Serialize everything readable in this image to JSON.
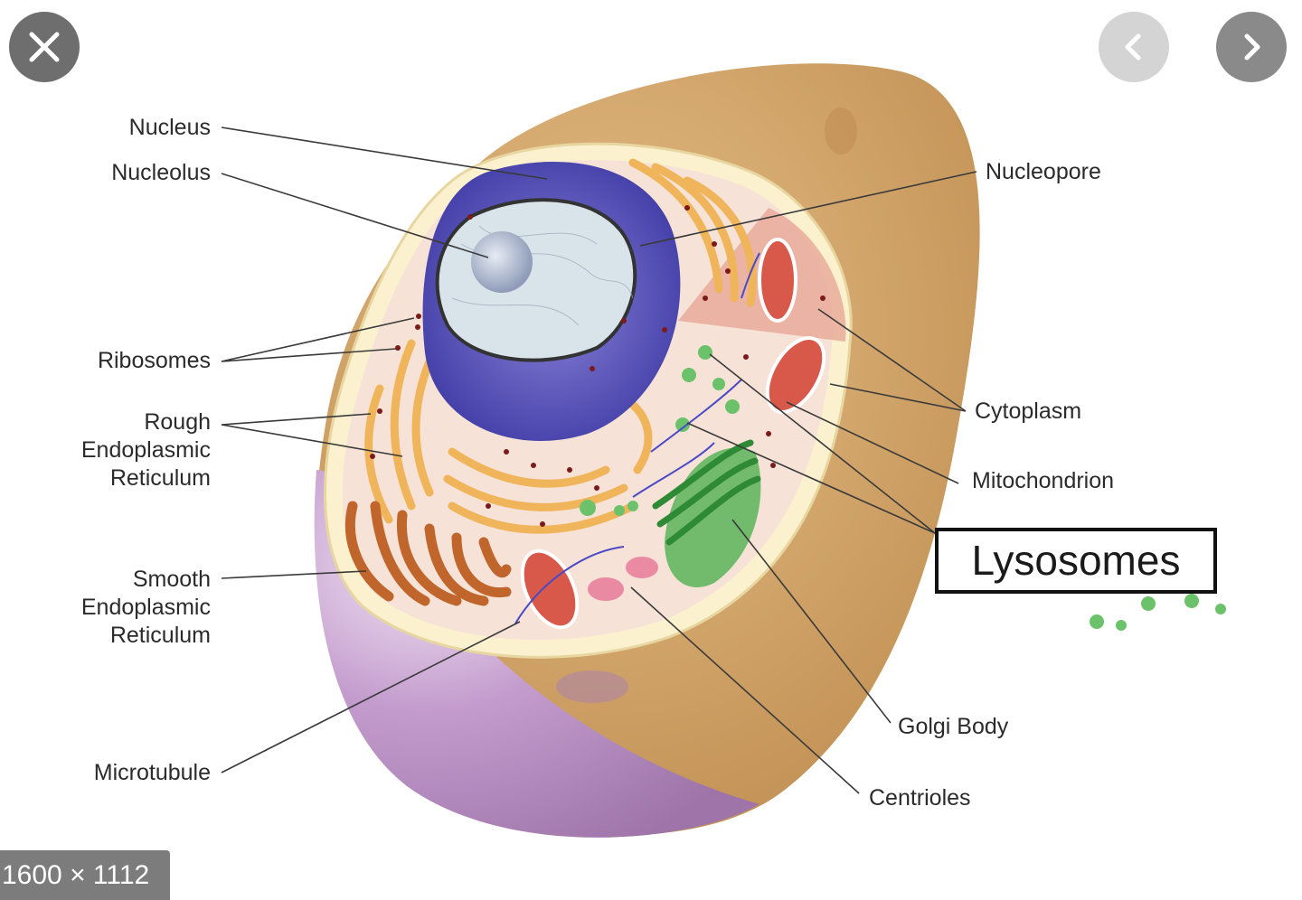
{
  "viewer": {
    "image_size": "1600 × 1112",
    "close_icon": "close-icon",
    "prev_icon": "chevron-left-icon",
    "next_icon": "chevron-right-icon"
  },
  "diagram": {
    "labels": {
      "nucleus": "Nucleus",
      "nucleolus": "Nucleolus",
      "ribosomes": "Ribosomes",
      "rough_er": "Rough\nEndoplasmic\nReticulum",
      "smooth_er": "Smooth\nEndoplasmic\nReticulum",
      "microtubule": "Microtubule",
      "nucleopore": "Nucleopore",
      "cytoplasm": "Cytoplasm",
      "mitochondrion": "Mitochondrion",
      "lysosomes": "Lysosomes",
      "golgi_body": "Golgi Body",
      "centrioles": "Centrioles"
    },
    "colors": {
      "outer_tan": "#c99a5e",
      "outer_purple": "#b58ac2",
      "membrane": "#fbf1cf",
      "cytoplasm": "#f6e2d6",
      "nucleus_envelope": "#5a52b8",
      "nucleoplasm": "#d9e4ea",
      "rough_er": "#f0b55a",
      "smooth_er": "#c0662c",
      "mitochondrion": "#d8584a",
      "golgi": "#5bb45a",
      "lysosome": "#6cc26a",
      "ribosome": "#7a1a1a"
    }
  }
}
